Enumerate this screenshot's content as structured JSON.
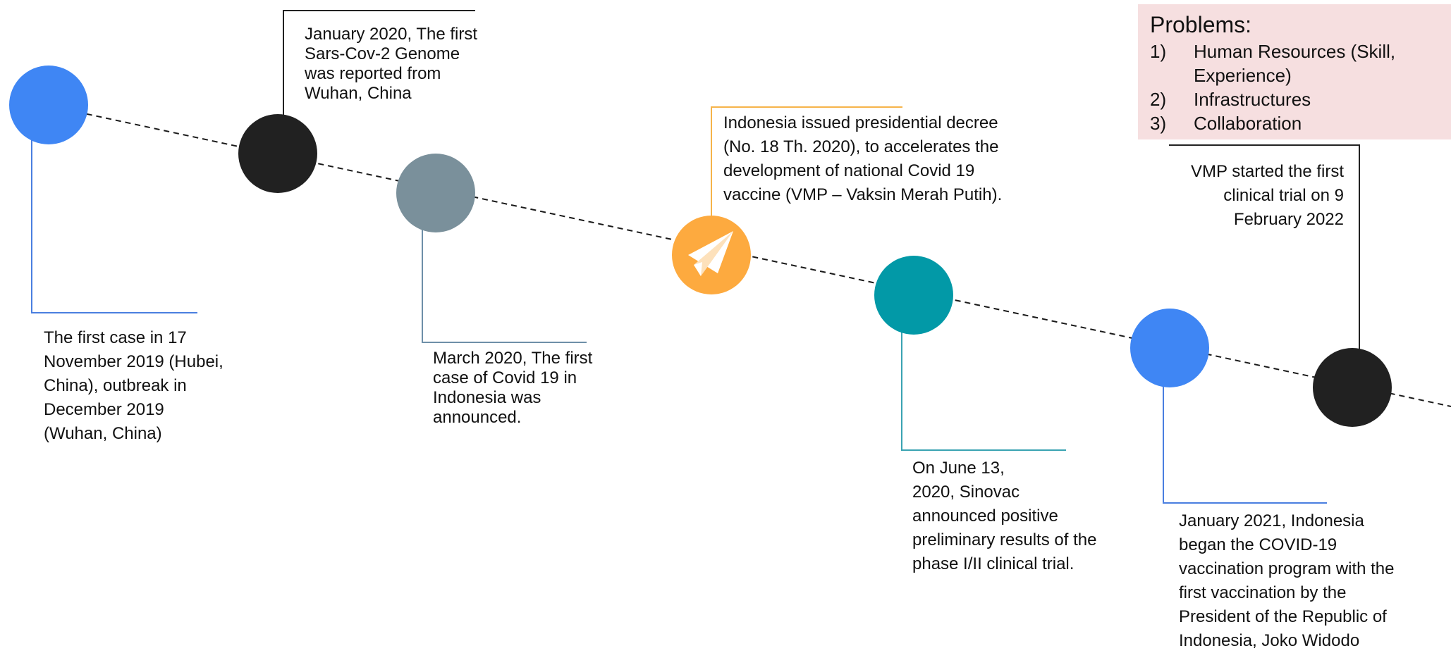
{
  "colors": {
    "blue": "#3f86f4",
    "black": "#212121",
    "slate": "#7a909b",
    "orange": "#fdaa3f",
    "teal": "#0299a7",
    "problems_bg": "#f6dfe0",
    "blue_leader": "#4a7fe0",
    "orange_leader": "#f6b44a",
    "teal_leader": "#3aa3b2"
  },
  "nodes": [
    {
      "id": "node-1",
      "color": "blue",
      "icon": null
    },
    {
      "id": "node-2",
      "color": "black",
      "icon": null
    },
    {
      "id": "node-3",
      "color": "slate",
      "icon": null
    },
    {
      "id": "node-4",
      "color": "orange",
      "icon": "paper-plane-icon"
    },
    {
      "id": "node-5",
      "color": "teal",
      "icon": null
    },
    {
      "id": "node-6",
      "color": "blue",
      "icon": null
    },
    {
      "id": "node-7",
      "color": "black",
      "icon": null
    }
  ],
  "events": {
    "first_case": [
      "The first case in 17",
      "November 2019 (Hubei,",
      "China), outbreak in",
      "December 2019",
      "(Wuhan, China)"
    ],
    "genome": [
      "January 2020, The first",
      "Sars-Cov-2 Genome",
      "was reported from",
      "Wuhan, China"
    ],
    "indonesia_case": [
      "March 2020, The first",
      "case of Covid 19 in",
      "Indonesia was",
      "announced."
    ],
    "decree": [
      "Indonesia issued presidential decree",
      "(No. 18 Th. 2020), to accelerates the",
      "development of national Covid 19",
      "vaccine (VMP – Vaksin Merah Putih)."
    ],
    "sinovac": [
      "On June 13,",
      "2020, Sinovac",
      "announced positive",
      "preliminary results of the",
      "phase I/II clinical trial."
    ],
    "vaccination": [
      "January 2021, Indonesia",
      "began the COVID-19",
      "vaccination program  with the",
      "first vaccination by the",
      "President of the Republic of",
      "Indonesia, Joko Widodo"
    ],
    "vmp_trial": [
      "VMP started the first",
      "clinical trial on 9",
      "February 2022"
    ]
  },
  "problems": {
    "title": "Problems:",
    "items": [
      {
        "num": "1)",
        "lines": [
          "Human Resources (Skill,",
          "Experience)"
        ]
      },
      {
        "num": "2)",
        "lines": [
          "Infrastructures"
        ]
      },
      {
        "num": "3)",
        "lines": [
          "Collaboration"
        ]
      }
    ]
  }
}
